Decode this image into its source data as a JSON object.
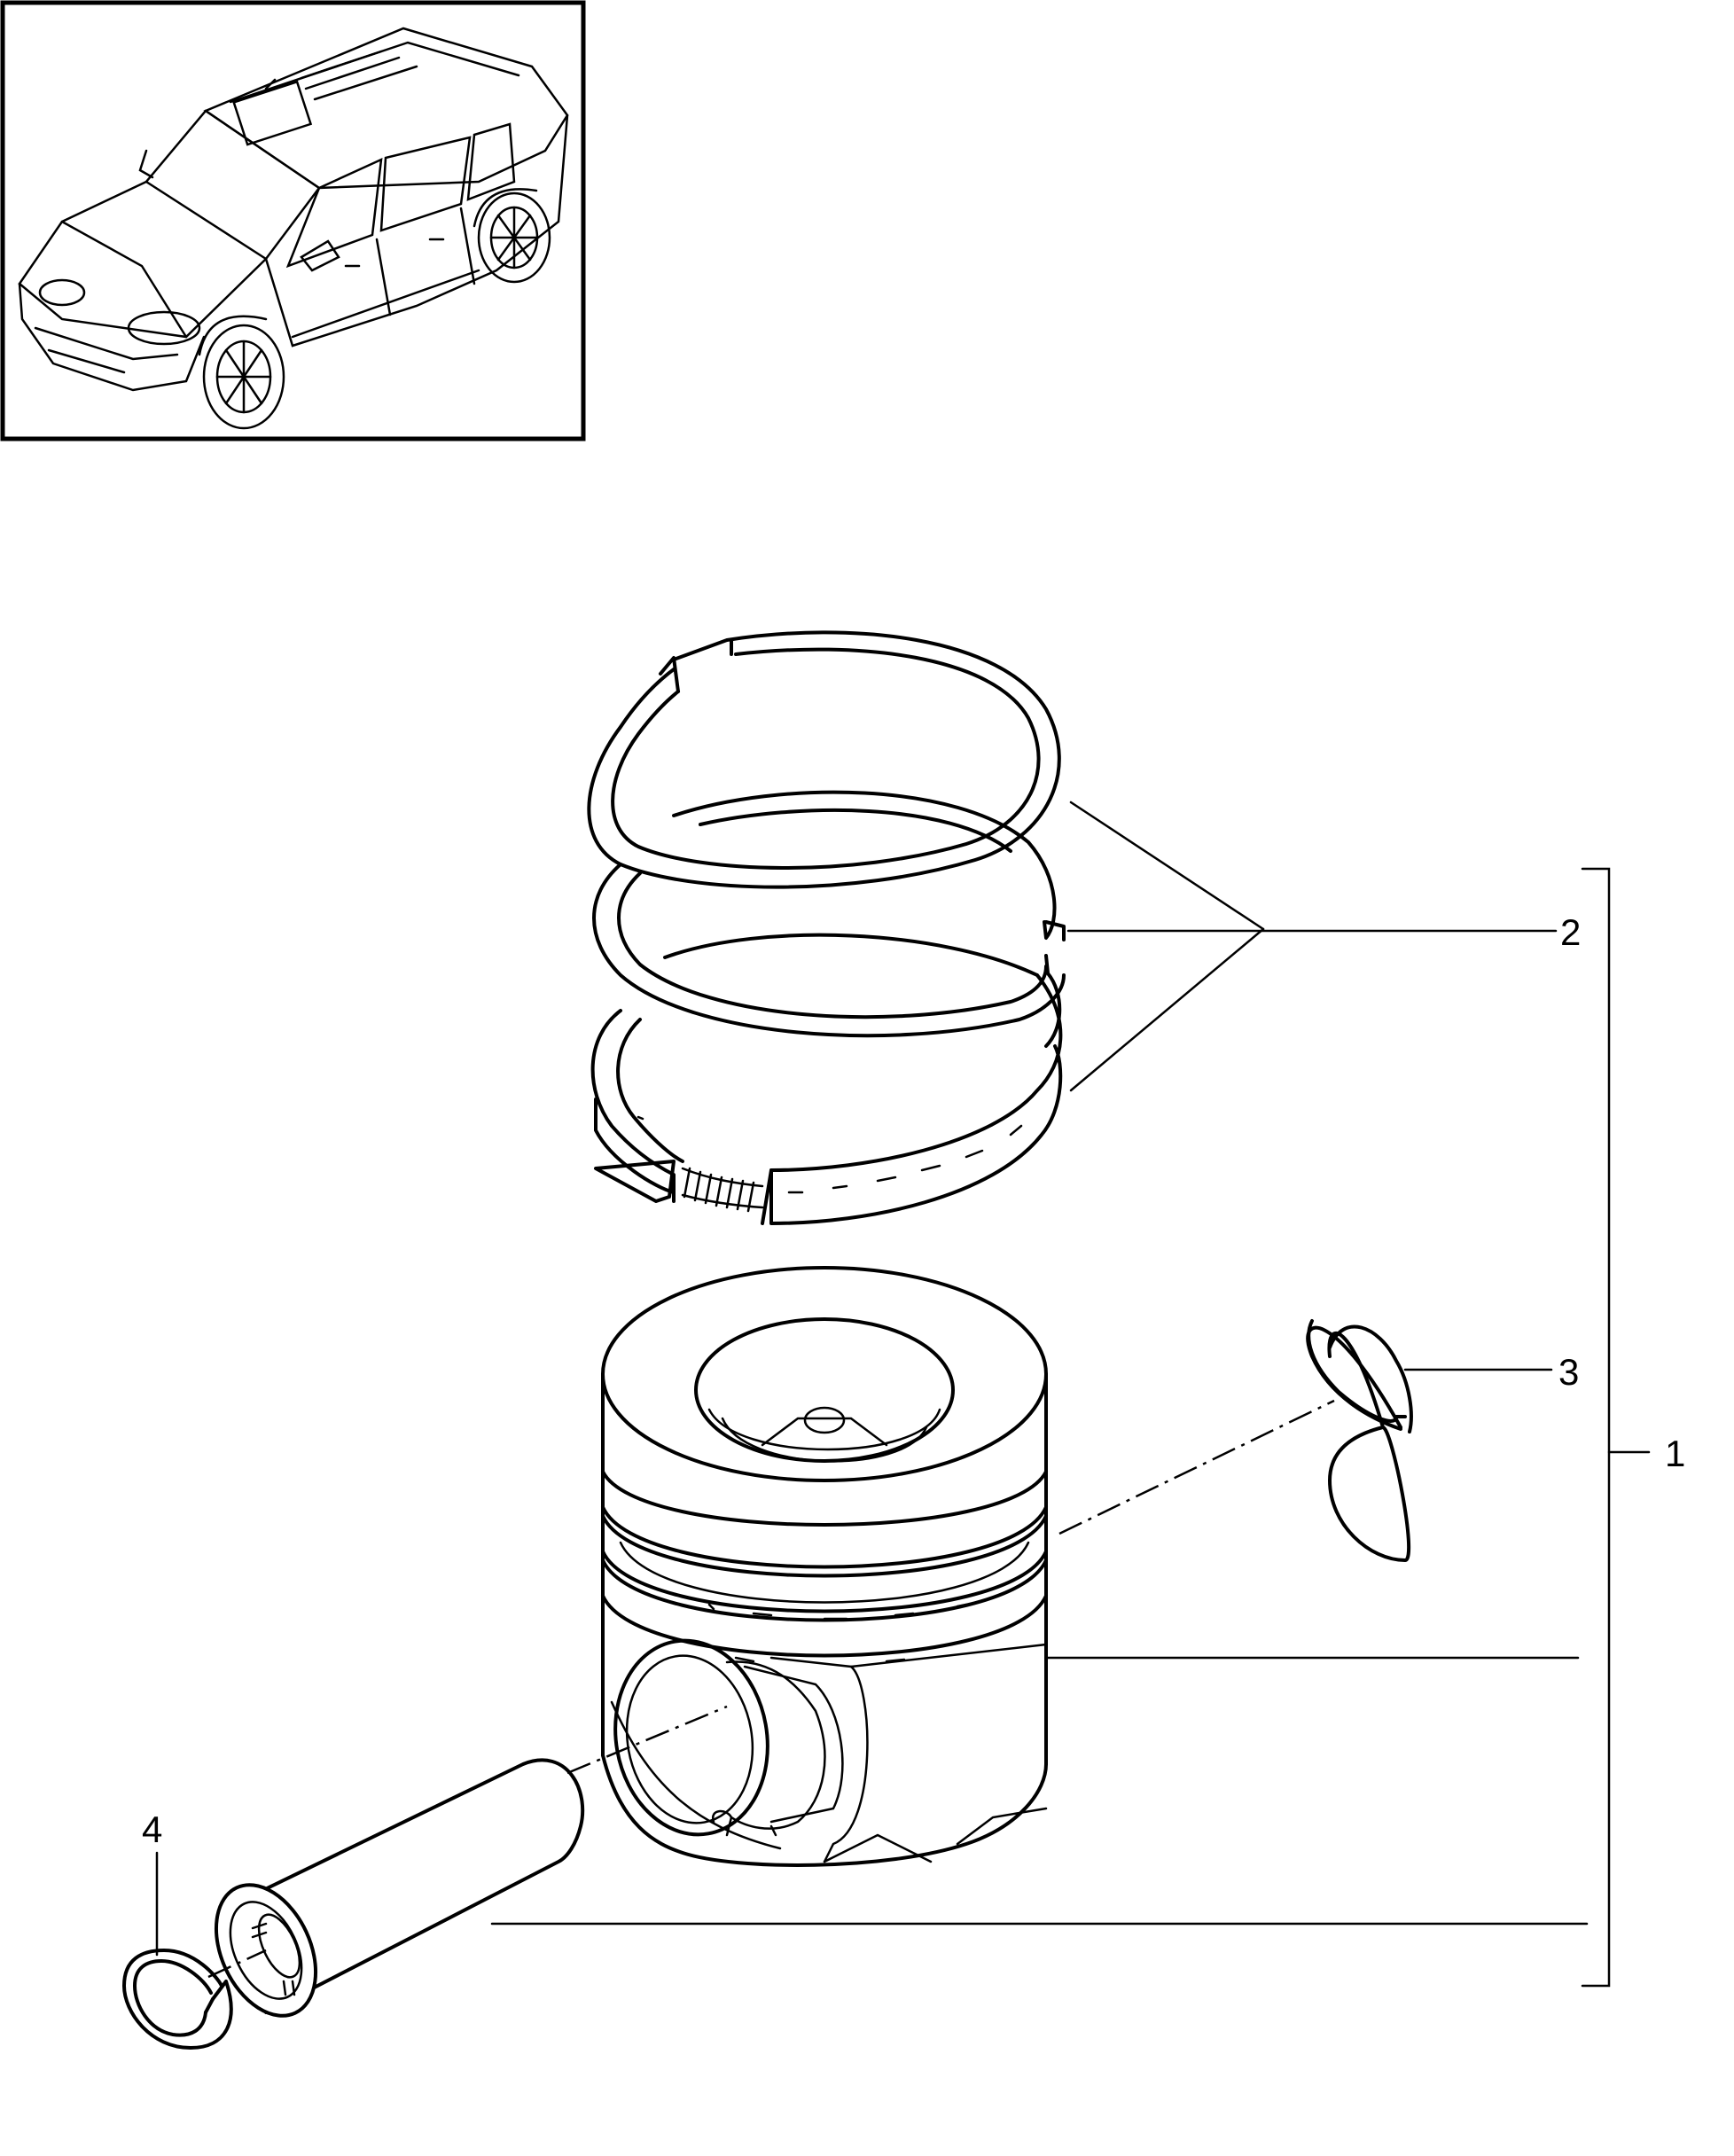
{
  "callouts": {
    "one": "1",
    "two": "2",
    "three": "3",
    "four": "4"
  },
  "colors": {
    "ink": "#000000",
    "paper": "#ffffff"
  },
  "icons": {
    "thumbnail": "vehicle-suv-icon"
  }
}
